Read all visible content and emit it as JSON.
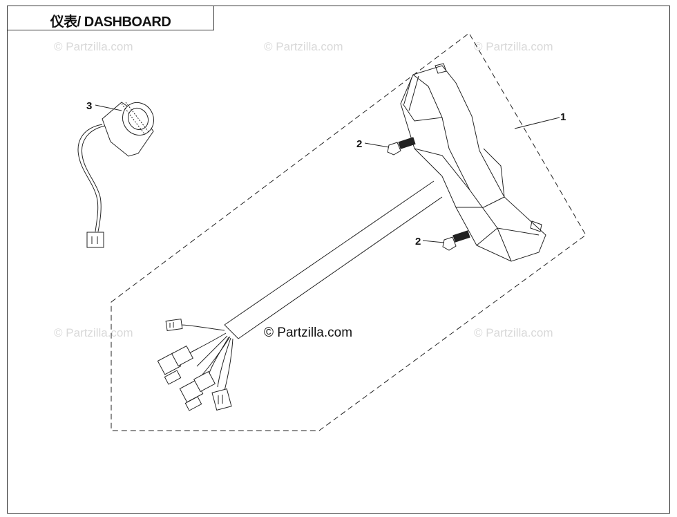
{
  "title": "仪表/ DASHBOARD",
  "watermarks": [
    "© Partzilla.com",
    "© Partzilla.com",
    "© Partzilla.com",
    "© Partzilla.com",
    "© Partzilla.com"
  ],
  "center_watermark": "© Partzilla.com",
  "callouts": {
    "dashboard_assembly": "1",
    "screw_upper": "2",
    "screw_lower": "2",
    "indicator_light": "3"
  },
  "colors": {
    "line": "#222222",
    "watermark": "#d9d9d9",
    "background": "#ffffff"
  }
}
